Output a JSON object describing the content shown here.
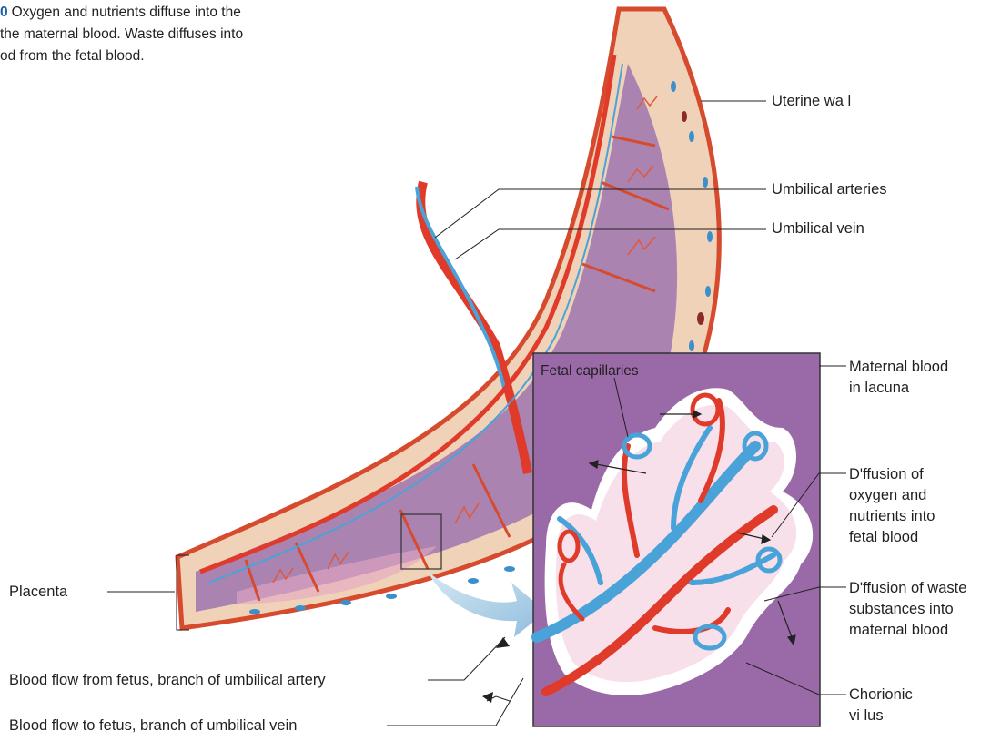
{
  "caption": {
    "step_number": "0",
    "lines": [
      "Oxygen and nutrients diffuse into the",
      "the maternal blood. Waste diffuses into",
      "od from the fetal blood."
    ]
  },
  "labels": {
    "uterine_wall": "Uterine wa l",
    "umbilical_arteries": "Umbilical arteries",
    "umbilical_vein": "Umbilical vein",
    "fetal_capillaries": "Fetal capillaries",
    "maternal_blood": [
      "Maternal blood",
      "in lacuna"
    ],
    "diffusion_oxygen": [
      "D'ffusion of",
      "oxygen and",
      "nutrients into",
      "fetal blood"
    ],
    "diffusion_waste": [
      "D'ffusion of waste",
      "substances into",
      "maternal blood"
    ],
    "placenta": "Placenta",
    "flow_from_fetus": "Blood flow from fetus, branch of umbilical artery",
    "flow_to_fetus": "Blood flow to fetus, branch of umbilical vein",
    "chorionic_villus": [
      "Chorionic",
      "vi lus"
    ]
  },
  "colors": {
    "tissue": "#e9c7a8",
    "maternal_purple": "#9a6aa8",
    "lacuna_purple": "#a77ab4",
    "artery_red": "#e03a2a",
    "vein_blue": "#4aa3d8",
    "callout_arrow": "#b8d6ea"
  }
}
